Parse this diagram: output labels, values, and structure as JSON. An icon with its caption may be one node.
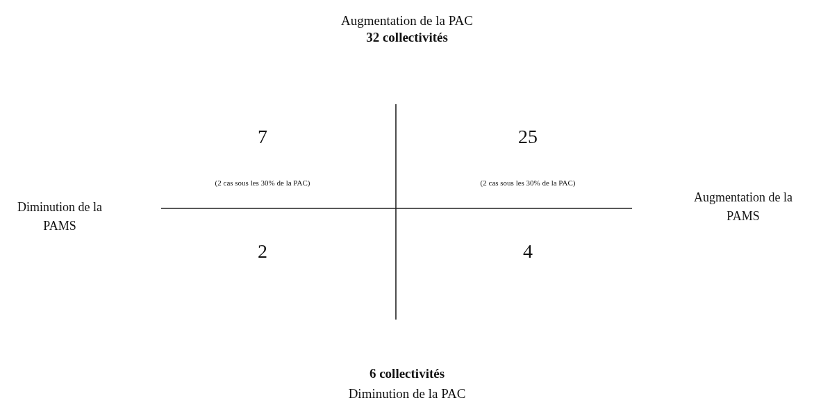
{
  "diagram": {
    "labels": [
      "Augmentation de la PAC",
      "32 collectivités",
      "7",
      "25",
      "(2 cas sous les 30% de la PAC)",
      "(2 cas sous les 30% de la PAC)",
      "Diminution de la PAMS",
      "Augmentation de la PAMS",
      "2",
      "4",
      "6 collectivités",
      "Diminution de la PAC"
    ]
  }
}
